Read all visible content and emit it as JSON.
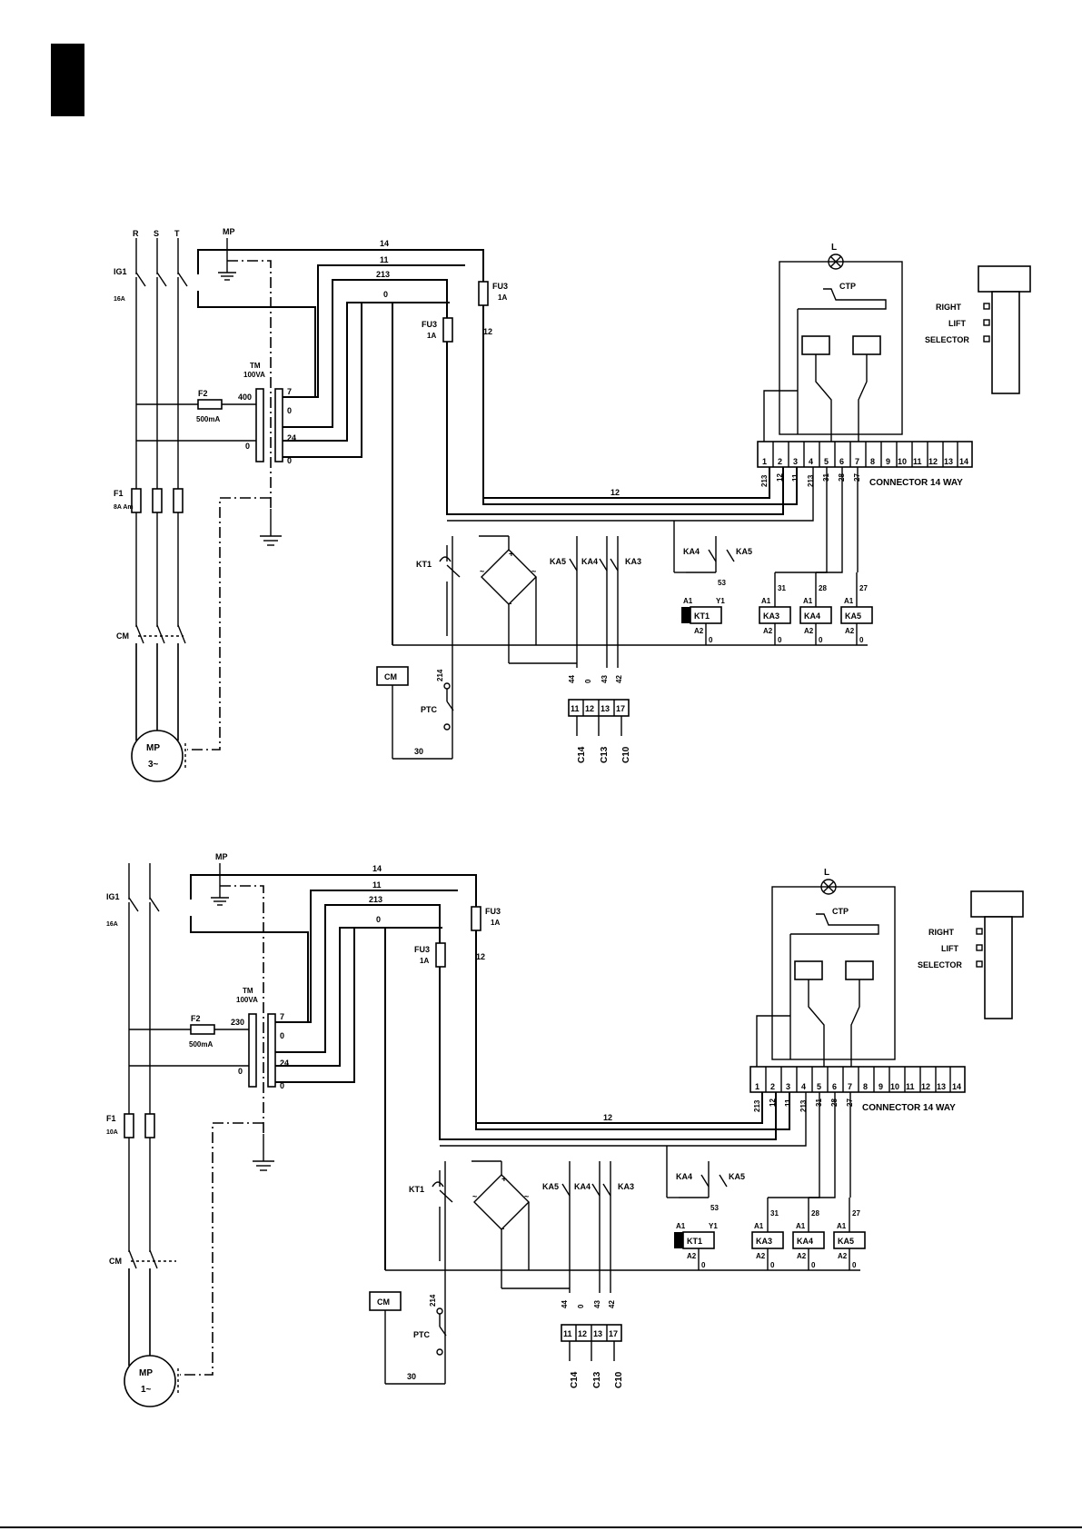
{
  "diagrams": [
    {
      "id": "three-phase",
      "supply": [
        "R",
        "S",
        "T"
      ],
      "mp_label": "MP",
      "ig1": "IG1",
      "ig1_rating": "16A",
      "tm": "TM",
      "tm_rating": "100VA",
      "f2": "F2",
      "f2_rating": "500mA",
      "tm_primary": [
        "400",
        "0"
      ],
      "tm_secondary": [
        "7",
        "0",
        "24",
        "0"
      ],
      "f1": "F1",
      "f1_rating": "8A Am",
      "cm": "CM",
      "motor_name": "MP",
      "motor_phase": "3~",
      "wire_14": "14",
      "wire_11": "11",
      "wire_213": "213",
      "wire_0": "0",
      "wire_12a": "12",
      "wire_12b": "12",
      "wire_30": "30",
      "fu3": "FU3",
      "fu3_rating": "1A",
      "kt1": "KT1",
      "ka5": "KA5",
      "ka4": "KA4",
      "ka3": "KA3",
      "ptc": "PTC",
      "ptc_wire": "214",
      "lamp": "L",
      "ctp": "CTP",
      "selector": [
        "RIGHT",
        "LIFT",
        "SELECTOR"
      ],
      "connector_pins": [
        "1",
        "2",
        "3",
        "4",
        "5",
        "6",
        "7",
        "8",
        "9",
        "10",
        "11",
        "12",
        "13",
        "14"
      ],
      "connector_wires": [
        "213",
        "12",
        "11",
        "213",
        "31",
        "28",
        "27"
      ],
      "connector_label": "CONNECTOR 14 WAY",
      "relay_wires": [
        "53",
        "31",
        "28",
        "27"
      ],
      "relay_a1": "A1",
      "relay_a2": "A2",
      "relay_y1": "Y1",
      "relay_zero": "0",
      "coils": [
        "KT1",
        "KA3",
        "KA4",
        "KA5"
      ],
      "motor_terminals": [
        "11",
        "12",
        "13",
        "17"
      ],
      "motor_terminal_wires": [
        "44",
        "0",
        "43",
        "42"
      ],
      "capacitors": [
        "C14",
        "C13",
        "C10"
      ],
      "plus": "+",
      "minus": "-",
      "tilde": "~"
    },
    {
      "id": "single-phase",
      "supply": [],
      "mp_label": "MP",
      "ig1": "IG1",
      "ig1_rating": "16A",
      "tm": "TM",
      "tm_rating": "100VA",
      "f2": "F2",
      "f2_rating": "500mA",
      "tm_primary": [
        "230",
        "0"
      ],
      "tm_secondary": [
        "7",
        "0",
        "24",
        "0"
      ],
      "f1": "F1",
      "f1_rating": "10A",
      "cm": "CM",
      "motor_name": "MP",
      "motor_phase": "1~",
      "wire_14": "14",
      "wire_11": "11",
      "wire_213": "213",
      "wire_0": "0",
      "wire_12a": "12",
      "wire_12b": "12",
      "wire_30": "30",
      "fu3": "FU3",
      "fu3_rating": "1A",
      "kt1": "KT1",
      "ka5": "KA5",
      "ka4": "KA4",
      "ka3": "KA3",
      "ptc": "PTC",
      "ptc_wire": "214",
      "lamp": "L",
      "ctp": "CTP",
      "selector": [
        "RIGHT",
        "LIFT",
        "SELECTOR"
      ],
      "connector_pins": [
        "1",
        "2",
        "3",
        "4",
        "5",
        "6",
        "7",
        "8",
        "9",
        "10",
        "11",
        "12",
        "13",
        "14"
      ],
      "connector_wires": [
        "213",
        "12",
        "11",
        "213",
        "31",
        "28",
        "27"
      ],
      "connector_label": "CONNECTOR 14 WAY",
      "relay_wires": [
        "53",
        "31",
        "28",
        "27"
      ],
      "relay_a1": "A1",
      "relay_a2": "A2",
      "relay_y1": "Y1",
      "relay_zero": "0",
      "coils": [
        "KT1",
        "KA3",
        "KA4",
        "KA5"
      ],
      "motor_terminals": [
        "11",
        "12",
        "13",
        "17"
      ],
      "motor_terminal_wires": [
        "44",
        "0",
        "43",
        "42"
      ],
      "capacitors": [
        "C14",
        "C13",
        "C10"
      ],
      "plus": "+",
      "minus": "-",
      "tilde": "~"
    }
  ]
}
